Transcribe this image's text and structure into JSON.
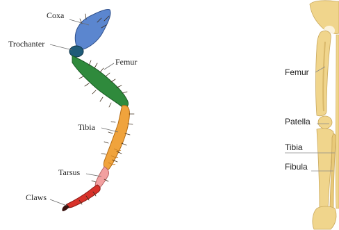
{
  "insect_leg": {
    "labels": {
      "coxa": "Coxa",
      "trochanter": "Trochanter",
      "femur": "Femur",
      "tibia": "Tibia",
      "tarsus": "Tarsus",
      "claws": "Claws"
    },
    "colors": {
      "coxa": "#5b86cf",
      "trochanter": "#1f5b78",
      "femur": "#2f8a3c",
      "tibia": "#f0a33c",
      "tarsus": "#f2a0a0",
      "claws": "#d8322a"
    }
  },
  "human_leg": {
    "labels": {
      "femur": "Femur",
      "patella": "Patella",
      "tibia": "Tibia",
      "fibula": "Fibula"
    },
    "colors": {
      "bone": "#f0d58c",
      "bone_shadow": "#d9b86a"
    }
  }
}
